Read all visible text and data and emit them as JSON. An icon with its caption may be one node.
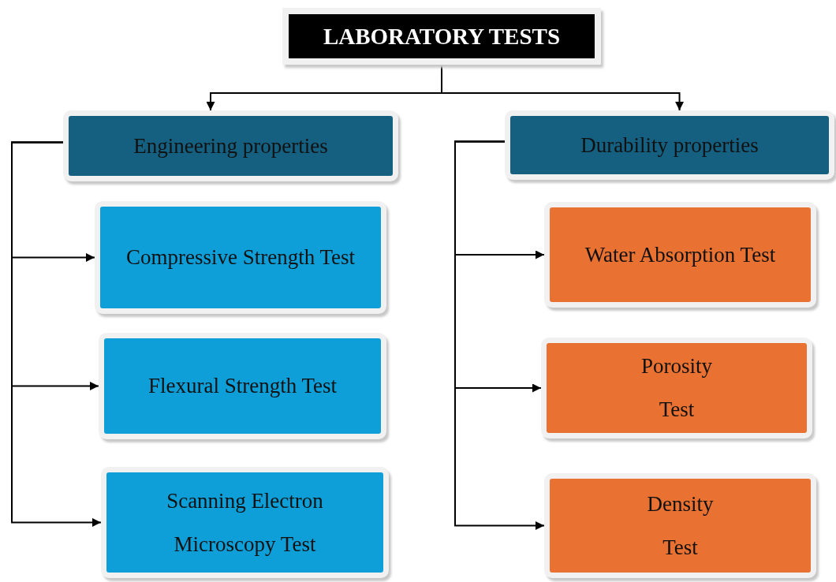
{
  "diagram": {
    "nodes": [
      {
        "text": [
          "LABORATORY TESTS"
        ]
      },
      {
        "text": [
          "Engineering properties"
        ]
      },
      {
        "text": [
          "Durability properties"
        ]
      },
      {
        "text": [
          "Compressive Strength Test"
        ]
      },
      {
        "text": [
          "Flexural Strength Test"
        ]
      },
      {
        "text": [
          "Scanning Electron Microscopy Test"
        ]
      },
      {
        "text": [
          "Water Absorption Test"
        ]
      },
      {
        "text": [
          "Porosity Test"
        ]
      },
      {
        "text": [
          "Density Test"
        ]
      }
    ],
    "edges": [
      {
        "from": 0,
        "to": 1,
        "arrow": "to"
      },
      {
        "from": 0,
        "to": 2,
        "arrow": "to"
      },
      {
        "from": 1,
        "to": 3,
        "arrow": "to"
      },
      {
        "from": 1,
        "to": 4,
        "arrow": "to"
      },
      {
        "from": 1,
        "to": 5,
        "arrow": "to"
      },
      {
        "from": 2,
        "to": 6,
        "arrow": "to"
      },
      {
        "from": 2,
        "to": 7,
        "arrow": "to"
      },
      {
        "from": 2,
        "to": 8,
        "arrow": "to"
      }
    ]
  }
}
